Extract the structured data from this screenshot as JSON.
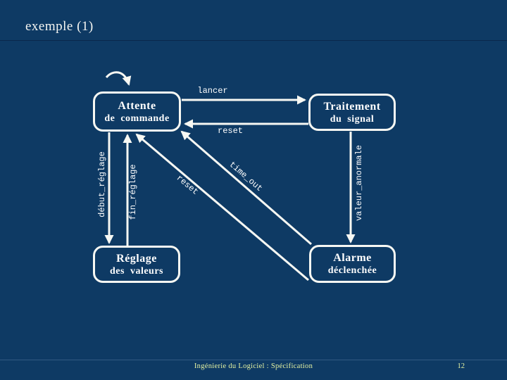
{
  "slide": {
    "title": "exemple (1)",
    "footer": {
      "text": "Ingénierie du Logiciel : Spécification",
      "page": "12"
    },
    "colors": {
      "background": "#0e3a64",
      "line_and_box": "#f7f8f3",
      "state_text": "#ffffff",
      "footer_text": "#e4f2a2"
    }
  },
  "diagram": {
    "type": "state-machine",
    "states": [
      {
        "id": "attente",
        "line1": "Attente",
        "line2": "de commande"
      },
      {
        "id": "traitement",
        "line1": "Traitement",
        "line2": "du signal"
      },
      {
        "id": "reglage",
        "line1": "Réglage",
        "line2": "des valeurs"
      },
      {
        "id": "alarme",
        "line1": "Alarme",
        "line2": "déclenchée"
      }
    ],
    "transitions": [
      {
        "label": "lancer",
        "from": "attente",
        "to": "traitement"
      },
      {
        "label": "reset",
        "from": "traitement",
        "to": "attente"
      },
      {
        "label": "début_réglage",
        "from": "attente",
        "to": "reglage"
      },
      {
        "label": "fin_réglage",
        "from": "reglage",
        "to": "attente"
      },
      {
        "label": "valeur_anormale",
        "from": "traitement",
        "to": "alarme"
      },
      {
        "label": "reset",
        "from": "alarme",
        "to": "attente"
      },
      {
        "label": "time_out",
        "from": "alarme",
        "to": "attente"
      }
    ],
    "initial_state": "attente"
  }
}
